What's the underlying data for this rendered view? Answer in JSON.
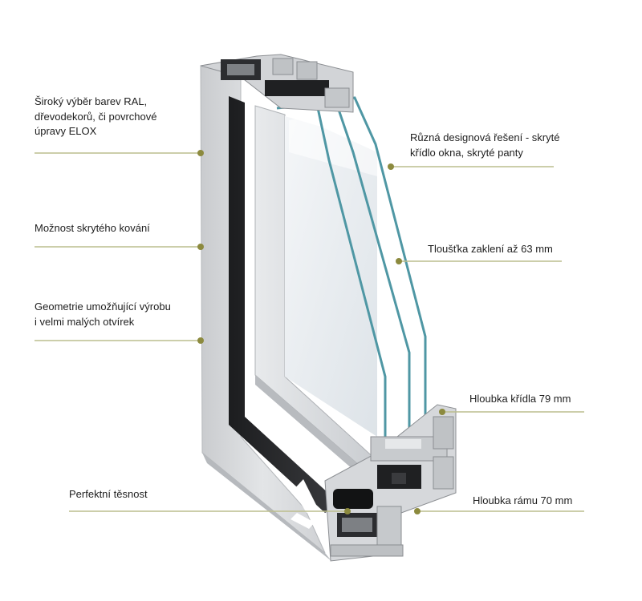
{
  "callouts": {
    "ral_colors": {
      "line1": "Široký výběr barev RAL,",
      "line2": "dřevodekorů, či povrchové",
      "line3": "úpravy ELOX"
    },
    "hidden_hardware": {
      "line1": "Možnost skrytého kování"
    },
    "small_openings": {
      "line1": "Geometrie umožňující  výrobu",
      "line2": "i velmi malých otvírek"
    },
    "tightness": {
      "line1": "Perfektní těsnost"
    },
    "design_solutions": {
      "line1": "Různá designová řešení - skryté",
      "line2": "křídlo okna, skryté panty"
    },
    "glazing_thickness": {
      "line1": "Tloušťka zaklení až 63 mm"
    },
    "sash_depth": {
      "line1": "Hloubka křídla 79 mm"
    },
    "frame_depth": {
      "line1": "Hloubka rámu 70 mm"
    }
  },
  "colors": {
    "callout_line": "#bcbd8e",
    "callout_dot": "#8c8a3e",
    "glass_edge": "#4f97a4",
    "frame_light": "#d9dbdd",
    "frame_dark": "#2a2b2d"
  },
  "icons": [
    "logo-mark"
  ]
}
